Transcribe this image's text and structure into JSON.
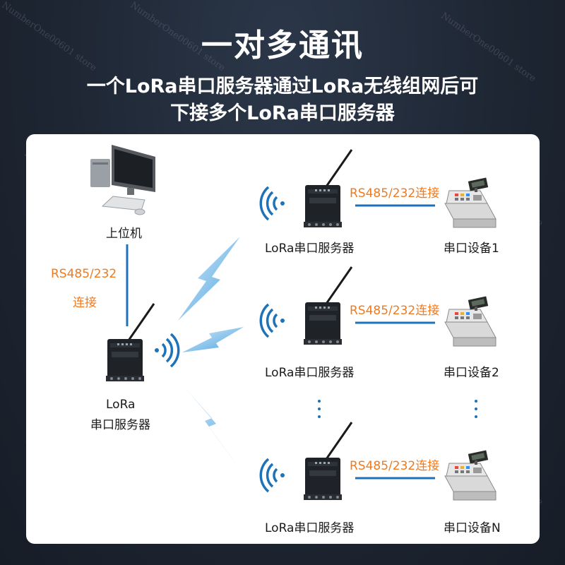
{
  "header": {
    "title": "一对多通讯",
    "subtitle_line1": "一个LoRa串口服务器通过LoRa无线组网后可",
    "subtitle_line2": "下接多个LoRa串口服务器"
  },
  "host": {
    "pc_label": "上位机",
    "connection_line1": "RS485/232",
    "connection_line2": "连接",
    "server_label_line1": "LoRa",
    "server_label_line2": "串口服务器"
  },
  "nodes": [
    {
      "server_label": "LoRa串口服务器",
      "connection_label": "RS485/232连接",
      "device_label": "串口设备1"
    },
    {
      "server_label": "LoRa串口服务器",
      "connection_label": "RS485/232连接",
      "device_label": "串口设备2"
    },
    {
      "server_label": "LoRa串口服务器",
      "connection_label": "RS485/232连接",
      "device_label": "串口设备N"
    }
  ],
  "watermark": "NumberOne00601 store",
  "colors": {
    "accent_orange": "#f07a1e",
    "link_blue": "#1e73b8",
    "background": "#1e2633",
    "panel": "#ffffff"
  }
}
